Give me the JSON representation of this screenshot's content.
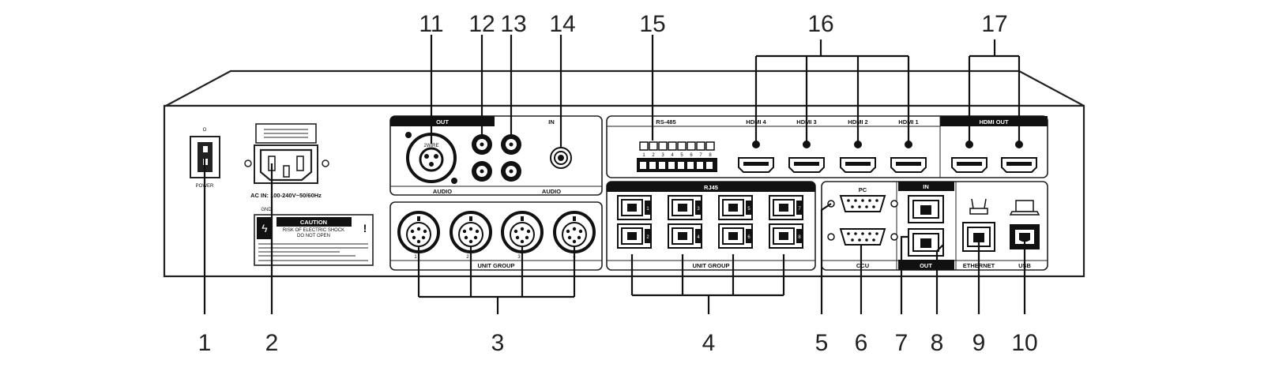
{
  "callouts": {
    "c1": "1",
    "c2": "2",
    "c3": "3",
    "c4": "4",
    "c5": "5",
    "c6": "6",
    "c7": "7",
    "c8": "8",
    "c9": "9",
    "c10": "10",
    "c11": "11",
    "c12": "12",
    "c13": "13",
    "c14": "14",
    "c15": "15",
    "c16": "16",
    "c17": "17"
  },
  "panel": {
    "power_label": "POWER",
    "power_on_symbol": "O",
    "ac_label": "AC IN: 100-240V~50/60Hz",
    "gnd_label": "GND",
    "caution_title": "CAUTION",
    "caution_text_line1": "RISK OF ELECTRIC SHOCK",
    "caution_text_line2": "DO NOT OPEN",
    "audio_out_label": "OUT",
    "audio_in_label": "IN",
    "audio_label_left": "AUDIO",
    "audio_label_right": "AUDIO",
    "unit_group_label_left": "UNIT GROUP",
    "unit_group_label_right": "UNIT GROUP",
    "rs485_label": "RS-485",
    "rj45_label": "RJ45",
    "hdmi4_label": "HDMI 4",
    "hdmi3_label": "HDMI 3",
    "hdmi2_label": "HDMI 2",
    "hdmi1_label": "HDMI 1",
    "hdmi_out_label": "HDMI OUT",
    "pc_label": "PC",
    "ccu_label": "CCU",
    "in_label": "IN",
    "out_label": "OUT",
    "ethernet_label": "ETHERNET",
    "usb_label": "USB",
    "xlr_label": "2WIRE",
    "din_numbers": [
      "1",
      "2",
      "3",
      "4"
    ],
    "rj45_numbers": [
      "1",
      "2",
      "3",
      "4",
      "5",
      "6",
      "7",
      "8"
    ],
    "rs485_pins": [
      "1",
      "2",
      "3",
      "4",
      "5",
      "6",
      "7",
      "8"
    ]
  }
}
